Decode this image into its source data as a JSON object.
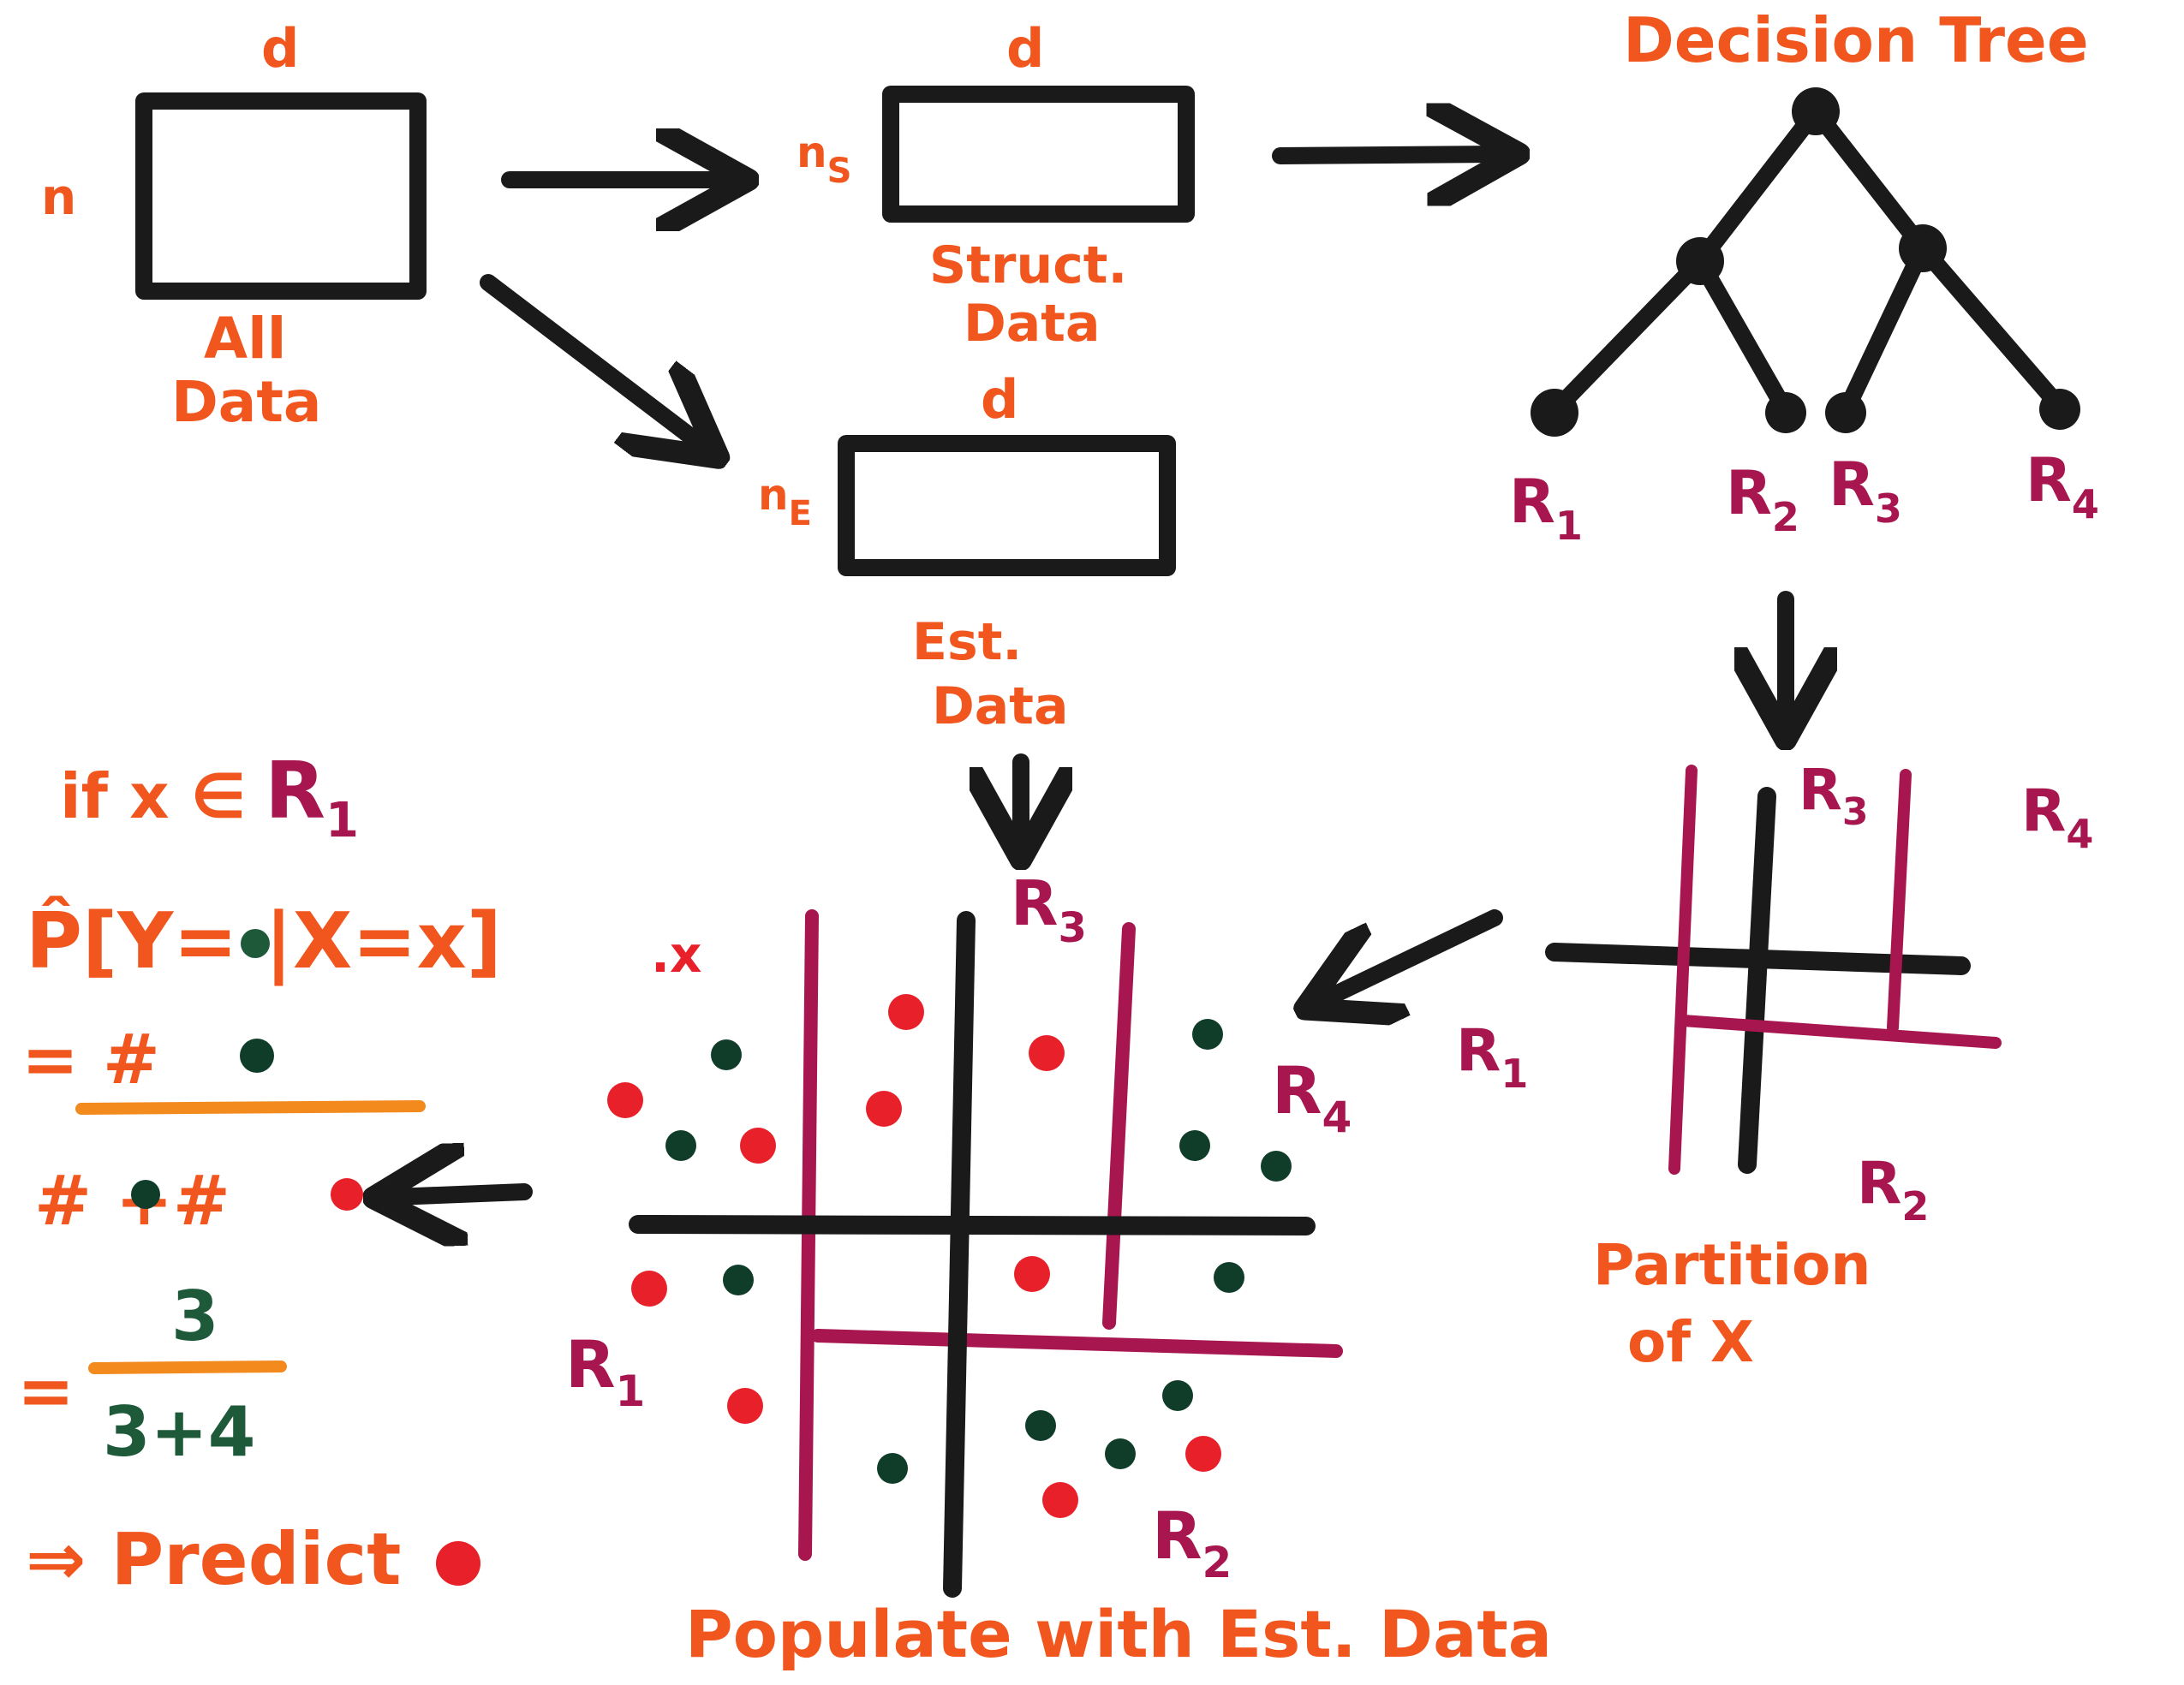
{
  "colors": {
    "ink": "#1a1a1a",
    "orange": "#f0561e",
    "orange_light": "#f28a1e",
    "magenta": "#a8164f",
    "red_dot": "#e8202a",
    "green_dot": "#0f3d2a",
    "green_num": "#1e5a3a"
  },
  "data_boxes": {
    "all": {
      "dim_top": "d",
      "dim_side": "n",
      "label_line1": "All",
      "label_line2": "Data"
    },
    "structure": {
      "dim_top": "d",
      "dim_side": "n",
      "dim_side_sub": "S",
      "label_line1": "Struct.",
      "label_line2": "Data"
    },
    "estimation": {
      "dim_top": "d",
      "dim_side": "n",
      "dim_side_sub": "E",
      "label_line1": "Est.",
      "label_line2": "Data"
    }
  },
  "tree": {
    "title": "Decision Tree",
    "leaves": [
      {
        "name": "R",
        "sub": "1"
      },
      {
        "name": "R",
        "sub": "2"
      },
      {
        "name": "R",
        "sub": "3"
      },
      {
        "name": "R",
        "sub": "4"
      }
    ]
  },
  "partition": {
    "caption_line1": "Partition",
    "caption_line2": "of X",
    "regions": [
      {
        "name": "R",
        "sub": "1"
      },
      {
        "name": "R",
        "sub": "2"
      },
      {
        "name": "R",
        "sub": "3"
      },
      {
        "name": "R",
        "sub": "4"
      }
    ]
  },
  "populated": {
    "caption": "Populate with Est. Data",
    "query_point_label": ".x",
    "regions": [
      {
        "name": "R",
        "sub": "1"
      },
      {
        "name": "R",
        "sub": "2"
      },
      {
        "name": "R",
        "sub": "3"
      },
      {
        "name": "R",
        "sub": "4"
      }
    ]
  },
  "prediction": {
    "line1": "if x ∈",
    "line1_region": "R",
    "line1_region_sub": "1",
    "line2": "P̂[Y=  |X=x]",
    "line3_eq": "= #",
    "line4_denominator": "#  +#",
    "line5_numerator": "3",
    "line5_denominator": "3+4",
    "line5_eq": "=",
    "line6": "⇒ Predict"
  }
}
